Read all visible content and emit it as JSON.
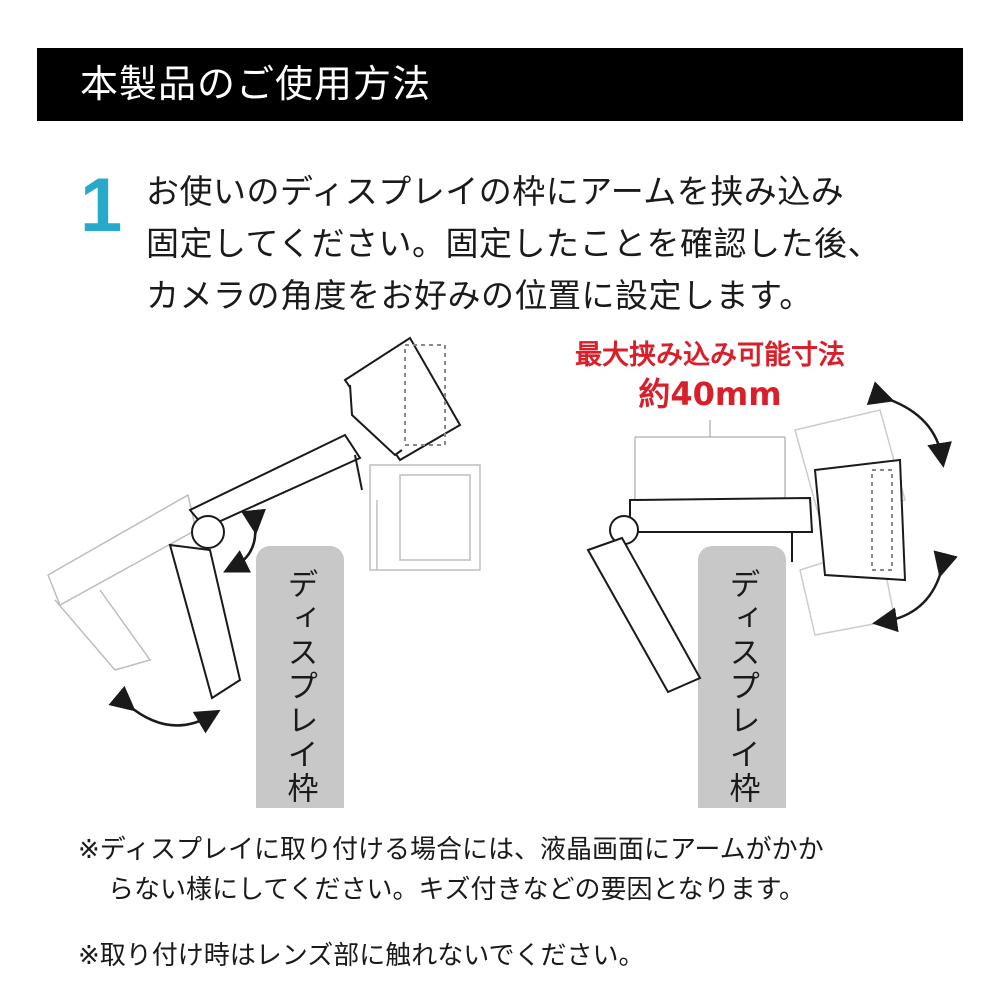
{
  "header": {
    "title": "本製品のご使用方法"
  },
  "step": {
    "number": "1",
    "lines": [
      "お使いのディスプレイの枠にアームを挟み込み",
      "固定してください。固定したことを確認した後、",
      "カメラの角度をお好みの位置に設定します。"
    ]
  },
  "measure": {
    "label": "最大挟み込み可能寸法",
    "value": "約40mm"
  },
  "frame_label": "ディスプレイ枠",
  "notes": [
    "※ディスプレイに取り付ける場合には、液晶画面にアームがかか",
    "らない様にしてください。キズ付きなどの要因となります。",
    "※取り付け時はレンズ部に触れないでください。"
  ],
  "colors": {
    "accent_number": "#28a9c9",
    "measure_text": "#d8202a",
    "header_bg": "#000000",
    "frame_bar": "#c8c8c8"
  },
  "icons": [
    "rotate-arrow-icon"
  ]
}
